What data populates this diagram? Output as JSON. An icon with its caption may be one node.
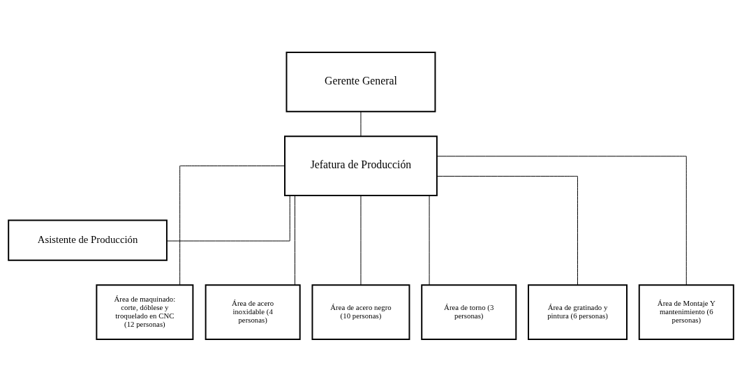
{
  "diagram": {
    "nodes": [
      {
        "text": [
          "Gerente General"
        ]
      },
      {
        "text": [
          "Jefatura de Producción"
        ]
      },
      {
        "text": [
          "Asistente de Producción"
        ]
      },
      {
        "text": [
          "Área de maquinado: corte, dóblese y troquelado en CNC (12 personas)"
        ]
      },
      {
        "text": [
          "Área de acero inoxidable (4 personas)"
        ]
      },
      {
        "text": [
          "Área de acero negro (10 personas)"
        ]
      },
      {
        "text": [
          "Área de torno (3 personas)"
        ]
      },
      {
        "text": [
          "Área de gratinado y pintura (6 personas)"
        ]
      },
      {
        "text": [
          "Área de Montaje Y mantenimiento (6 personas)"
        ]
      }
    ],
    "edges": [
      {
        "from": 0,
        "to": 1,
        "arrow": "none"
      },
      {
        "from": 1,
        "to": 2,
        "arrow": "none"
      },
      {
        "from": 1,
        "to": 3,
        "arrow": "none"
      },
      {
        "from": 1,
        "to": 4,
        "arrow": "none"
      },
      {
        "from": 1,
        "to": 5,
        "arrow": "none"
      },
      {
        "from": 1,
        "to": 6,
        "arrow": "none"
      },
      {
        "from": 1,
        "to": 7,
        "arrow": "none"
      },
      {
        "from": 1,
        "to": 8,
        "arrow": "none"
      }
    ]
  }
}
